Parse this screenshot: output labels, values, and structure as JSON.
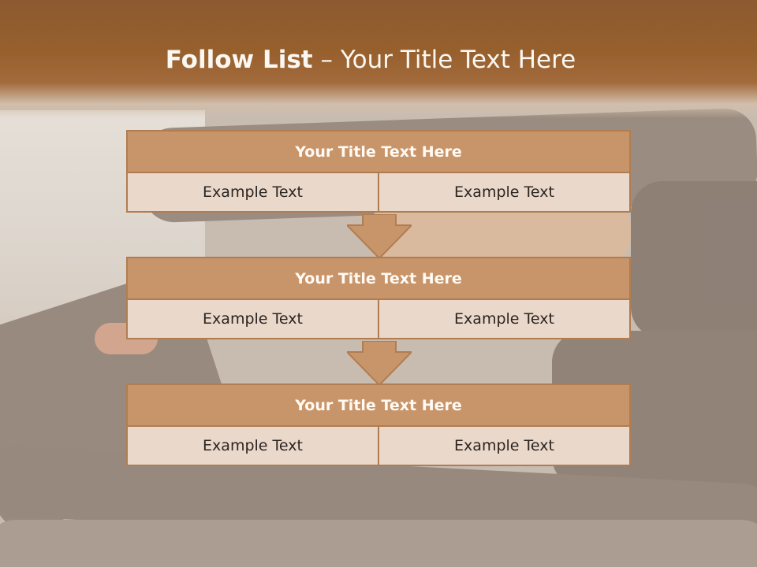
{
  "slide": {
    "title_bold": "Follow List",
    "title_rest": " – Your Title Text Here"
  },
  "blocks": [
    {
      "title": "Your Title Text Here",
      "left": "Example Text",
      "right": "Example Text"
    },
    {
      "title": "Your Title Text Here",
      "left": "Example Text",
      "right": "Example Text"
    },
    {
      "title": "Your Title Text Here",
      "left": "Example Text",
      "right": "Example Text"
    }
  ],
  "colors": {
    "header": "#97602d",
    "block_title": "#c8956a",
    "block_cell": "#ead8cb",
    "border": "#b07d52",
    "arrow": "#c8956a"
  }
}
